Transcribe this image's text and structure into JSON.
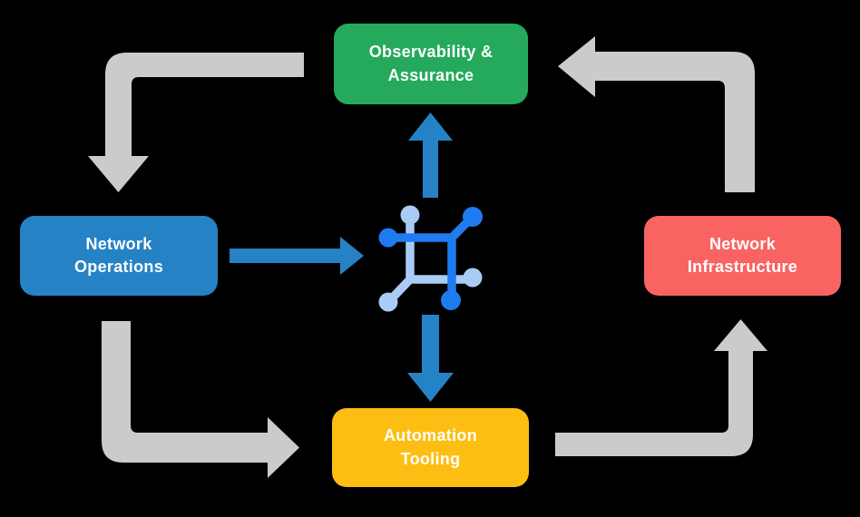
{
  "colors": {
    "background": "#000000",
    "node-green": "#25A95C",
    "node-blue": "#2583C5",
    "node-red": "#F96361",
    "node-yellow": "#FCBE13",
    "node-text": "#FFFFFF",
    "arrow-gray": "#CBCBCB",
    "arrow-blue": "#2583C5",
    "icon-dark-blue": "#1E7CF0",
    "icon-light-blue": "#A9CCF6"
  },
  "nodes": {
    "observability": {
      "line1": "Observability &",
      "line2": "Assurance"
    },
    "operations": {
      "line1": "Network",
      "line2": "Operations"
    },
    "infrastructure": {
      "line1": "Network",
      "line2": "Infrastructure"
    },
    "automation": {
      "line1": "Automation",
      "line2": "Tooling"
    }
  },
  "center_icon": {
    "name": "network-platform-icon"
  },
  "flows": [
    {
      "from": "observability-assurance",
      "to": "network-operations",
      "style": "gray-elbow",
      "direction": "left-then-down"
    },
    {
      "from": "network-operations",
      "to": "automation-tooling",
      "style": "gray-elbow",
      "direction": "down-then-right"
    },
    {
      "from": "automation-tooling",
      "to": "network-infrastructure",
      "style": "gray-elbow",
      "direction": "right-then-up"
    },
    {
      "from": "network-infrastructure",
      "to": "observability-assurance",
      "style": "gray-elbow",
      "direction": "up-then-left"
    },
    {
      "from": "network-operations",
      "to": "network-platform-icon",
      "style": "blue-straight",
      "direction": "right"
    },
    {
      "from": "network-platform-icon",
      "to": "observability-assurance",
      "style": "blue-straight",
      "direction": "up"
    },
    {
      "from": "network-platform-icon",
      "to": "automation-tooling",
      "style": "blue-straight",
      "direction": "down"
    }
  ]
}
